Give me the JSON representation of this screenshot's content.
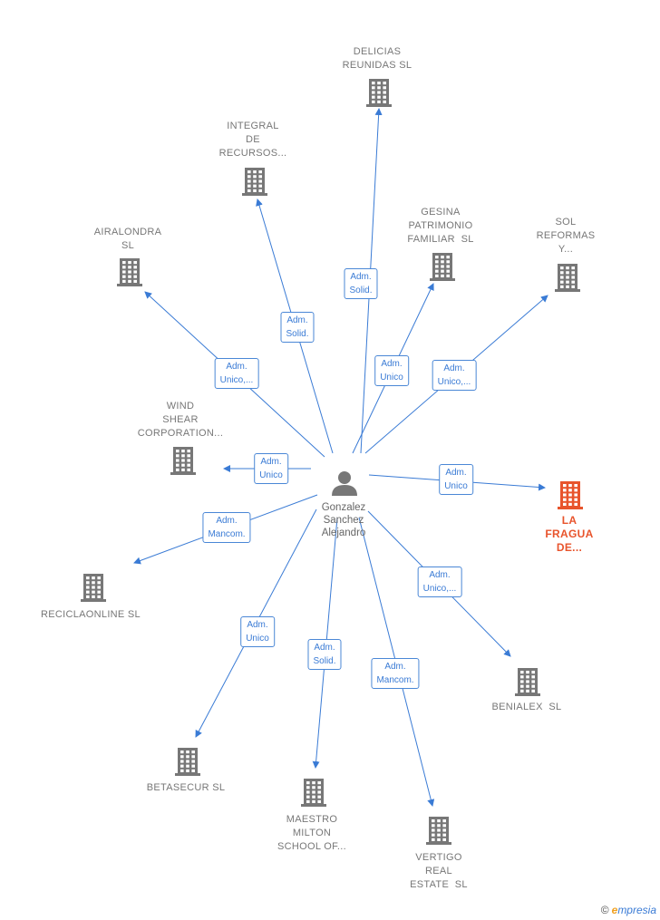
{
  "center": {
    "name": "Gonzalez\nSanchez\nAlejandro",
    "icon": "person-icon"
  },
  "colors": {
    "edge": "#3a7bd5",
    "building": "#777777",
    "highlight": "#e8542c"
  },
  "nodes": [
    {
      "id": "delicias",
      "label": "DELICIAS\nREUNIDAS SL",
      "role": "Adm.\nSolid.",
      "icon": "building-icon"
    },
    {
      "id": "integral",
      "label": "INTEGRAL\nDE\nRECURSOS...",
      "role": "Adm.\nSolid.",
      "icon": "building-icon"
    },
    {
      "id": "gesina",
      "label": "GESINA\nPATRIMONIO\nFAMILIAR  SL",
      "role": "Adm.\nUnico",
      "icon": "building-icon"
    },
    {
      "id": "sol",
      "label": "SOL\nREFORMAS\nY...",
      "role": "Adm.\nUnico,...",
      "icon": "building-icon"
    },
    {
      "id": "airalondra",
      "label": "AIRALONDRA\nSL",
      "role": "Adm.\nUnico,...",
      "icon": "building-icon"
    },
    {
      "id": "wind",
      "label": "WIND\nSHEAR\nCORPORATION...",
      "role": "Adm.\nUnico",
      "icon": "building-icon"
    },
    {
      "id": "lafragua",
      "label": "LA\nFRAGUA\nDE...",
      "role": "Adm.\nUnico",
      "icon": "building-icon",
      "highlight": true
    },
    {
      "id": "reciclaonline",
      "label": "RECICLAONLINE SL",
      "role": "Adm.\nMancom.",
      "icon": "building-icon"
    },
    {
      "id": "benialex",
      "label": "BENIALEX  SL",
      "role": "Adm.\nUnico,...",
      "icon": "building-icon"
    },
    {
      "id": "betasecur",
      "label": "BETASECUR SL",
      "role": "Adm.\nUnico",
      "icon": "building-icon"
    },
    {
      "id": "maestro",
      "label": "MAESTRO\nMILTON\nSCHOOL OF...",
      "role": "Adm.\nSolid.",
      "icon": "building-icon"
    },
    {
      "id": "vertigo",
      "label": "VERTIGO\nREAL\nESTATE  SL",
      "role": "Adm.\nMancom.",
      "icon": "building-icon"
    }
  ],
  "watermark": {
    "copyright": "©",
    "brand_initial": "e",
    "brand_rest": "mpresia"
  }
}
